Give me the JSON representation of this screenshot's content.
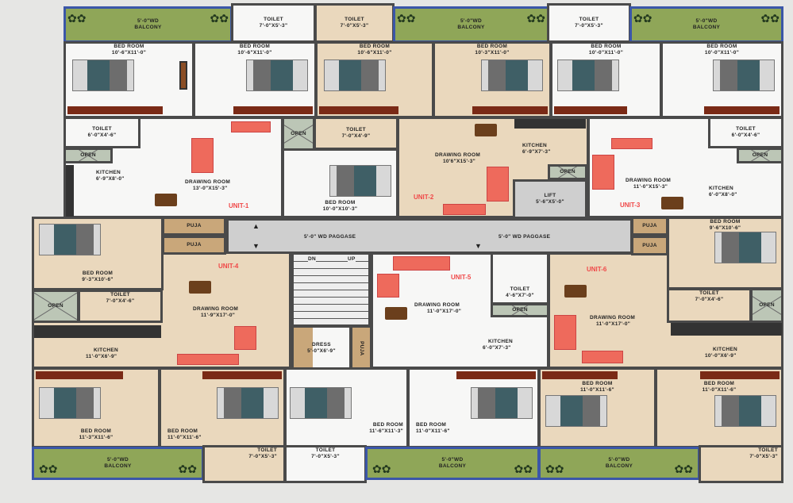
{
  "balcony": {
    "label1": "5'-0\"WD",
    "label2": "BALCONY"
  },
  "toilet": "TOILET",
  "bedroom": "BED ROOM",
  "kitchen": "KITCHEN",
  "drawing": "DRAWING ROOM",
  "open": "OPEN",
  "puja": "PUJA",
  "dress": "DRESS",
  "lift": "LIFT",
  "passage": "5'-0\" WD PAGGASE",
  "stairs": {
    "dn": "DN",
    "up": "UP"
  },
  "units": [
    "UNIT-1",
    "UNIT-2",
    "UNIT-3",
    "UNIT-4",
    "UNIT-5",
    "UNIT-6"
  ],
  "dims": {
    "top_toilet": "7'-0\"X5'-3\"",
    "br1": "10'-6\"X11'-0\"",
    "br2": "10'-6\"X11'-0\"",
    "br3": "10'-6\"X11'-0\"",
    "br4": "10'-3\"X11'-0\"",
    "br5": "10'-0\"X11'-0\"",
    "br6": "10'-0\"X11'-0\"",
    "u1_toilet": "6'-0\"X4'-6\"",
    "u1_kitchen": "6'-9\"X8'-0\"",
    "u1_drawing": "13'-0\"X15'-3\"",
    "mid_toilet": "7'-0\"X4'-9\"",
    "mid_bed": "10'-0\"X10'-3\"",
    "u2_drawing": "10'6\"X15'-3\"",
    "u2_kitchen": "6'-9\"X7'-3\"",
    "lift": "5'-6\"X5'-0\"",
    "u3_toilet": "6'-0\"X4'-6\"",
    "u3_drawing": "11'-0\"X15'-3\"",
    "u3_kitchen": "6'-0\"X8'-0\"",
    "u4_bed": "9'-3\"X10'-6\"",
    "u4_toilet": "7'-0\"X4'-6\"",
    "u4_kitchen": "11'-0\"X6'-9\"",
    "u4_drawing": "11'-9\"X17'-0\"",
    "dress": "5'-0\"X6'-9\"",
    "u5_drawing": "11'-0\"X17'-0\"",
    "u5_toilet": "4'-6\"X7'-0\"",
    "u5_kitchen": "6'-0\"X7'-3\"",
    "u6_bed": "9'-6\"X10'-6\"",
    "u6_toilet": "7'-0\"X4'-6\"",
    "u6_drawing": "11'-0\"X17'-0\"",
    "u6_kitchen": "10'-0\"X6'-9\"",
    "bb1": "11'-3\"X11'-6\"",
    "bb2": "11'-0\"X11'-6\"",
    "bb3": "11'-6\"X11'-3\"",
    "bb4": "11'-0\"X11'-6\"",
    "bb5": "11'-0\"X11'-6\"",
    "bb6": "11'-0\"X11'-6\"",
    "bottom_toilet": "7'-0\"X5'-3\""
  },
  "colors": {
    "balcony": "#8fa658",
    "beige_floor": "#ead8bd",
    "white_floor": "#f7f7f6",
    "unit_label": "#f04848",
    "wall": "#4a4a4a"
  }
}
